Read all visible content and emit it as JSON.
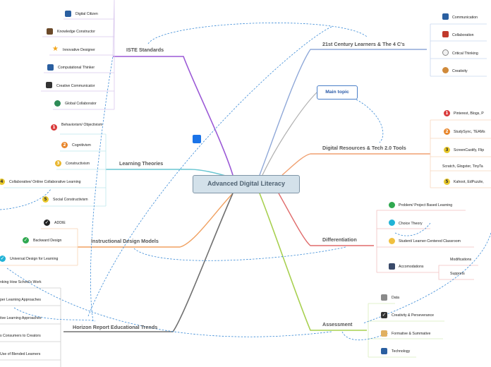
{
  "central_topic": "Advanced Digital Literacy",
  "floating_topic": "Main topic",
  "branches": {
    "iste": {
      "title": "ISTE Standards",
      "items": [
        "Digital Citizen",
        "Knowledge Constructor",
        "Innovative Designer",
        "Computational Thinker",
        "Creative Communicator",
        "Global Collaborator"
      ]
    },
    "learning": {
      "title": "Learning Theories",
      "items": [
        "Behaviorism/ Objectivism",
        "Cognitivism",
        "Constructivism",
        "Collaborative/ Online Collaborative Learning",
        "Social Constructivism"
      ],
      "markers": [
        "1",
        "2",
        "3",
        "4",
        "5"
      ]
    },
    "instructional": {
      "title": "Instructional Design Models",
      "items": [
        "ADDIE",
        "Backward Design",
        "Universal Design for Learning"
      ]
    },
    "horizon": {
      "title": "Horizon Report Educational Trends",
      "items": [
        "nking How School's Work",
        "per Learning Approaches",
        "tive Learning Approaches",
        "s Consumers to Creators",
        "Use of Blended Learners"
      ]
    },
    "c21": {
      "title": "21st Century Learners & The 4 C's",
      "items": [
        "Communication",
        "Collaboration",
        "Critical Thinking",
        "Creativity"
      ]
    },
    "digital": {
      "title": "Digital Resources & Tech 2.0 Tools",
      "items": [
        "Pinterest, Blogs, P",
        "StudySync, TEAMs",
        "ScreenCastify, Flip",
        "Scratch, Glogster, TinyTa",
        "Kahoot, EdPuzzle,"
      ],
      "markers": [
        "1",
        "2",
        "3",
        "",
        "5"
      ]
    },
    "differentiation": {
      "title": "Differentiation",
      "items": [
        "Problem/ Project Based Learning",
        "Choice Theory",
        "Student/ Learner-Centered Classroom",
        "Accomodations"
      ],
      "accommodation_items": [
        "Modifications",
        "Supports"
      ]
    },
    "assessment": {
      "title": "Assessment",
      "items": [
        "Data",
        "Creativity & Perseverance",
        "Formative & Summative",
        "Technology"
      ]
    }
  },
  "colors": {
    "iste": "#9b59d6",
    "learning": "#69c6d2",
    "instructional": "#f0a060",
    "horizon": "#707070",
    "c21": "#8fa8d8",
    "digital": "#f0a070",
    "differentiation": "#e06c6c",
    "assessment": "#a8d050",
    "relationship": "#3a8ad6"
  }
}
